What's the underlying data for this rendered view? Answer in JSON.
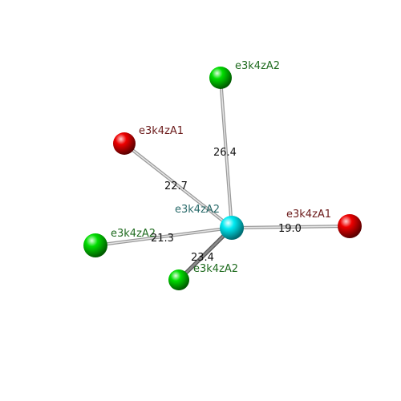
{
  "colors": {
    "background": "#ffffff",
    "center_atom": "#00e5ee",
    "red_atom": "#ee0000",
    "green_atom": "#00dd00",
    "red_label": "#6b1a1a",
    "green_label": "#1f6b1f",
    "center_label": "#2a6b6b",
    "distance_label": "#111111",
    "bond": "#c4c4c4"
  },
  "center": {
    "label": "e3k4zA2",
    "color_key": "center_atom",
    "label_color_key": "center_label"
  },
  "neighbors": [
    {
      "id": "top",
      "label": "e3k4zA2",
      "distance": "26.4",
      "color_key": "green_atom",
      "label_color_key": "green_label"
    },
    {
      "id": "upper-left",
      "label": "e3k4zA1",
      "distance": "22.7",
      "color_key": "red_atom",
      "label_color_key": "red_label"
    },
    {
      "id": "right",
      "label": "e3k4zA1",
      "distance": "19.0",
      "color_key": "red_atom",
      "label_color_key": "red_label"
    },
    {
      "id": "left",
      "label": "e3k4zA2",
      "distance": "21.3",
      "color_key": "green_atom",
      "label_color_key": "green_label"
    },
    {
      "id": "lower-left",
      "label": "e3k4zA2",
      "distance": "23.4",
      "color_key": "green_atom",
      "label_color_key": "green_label"
    }
  ]
}
